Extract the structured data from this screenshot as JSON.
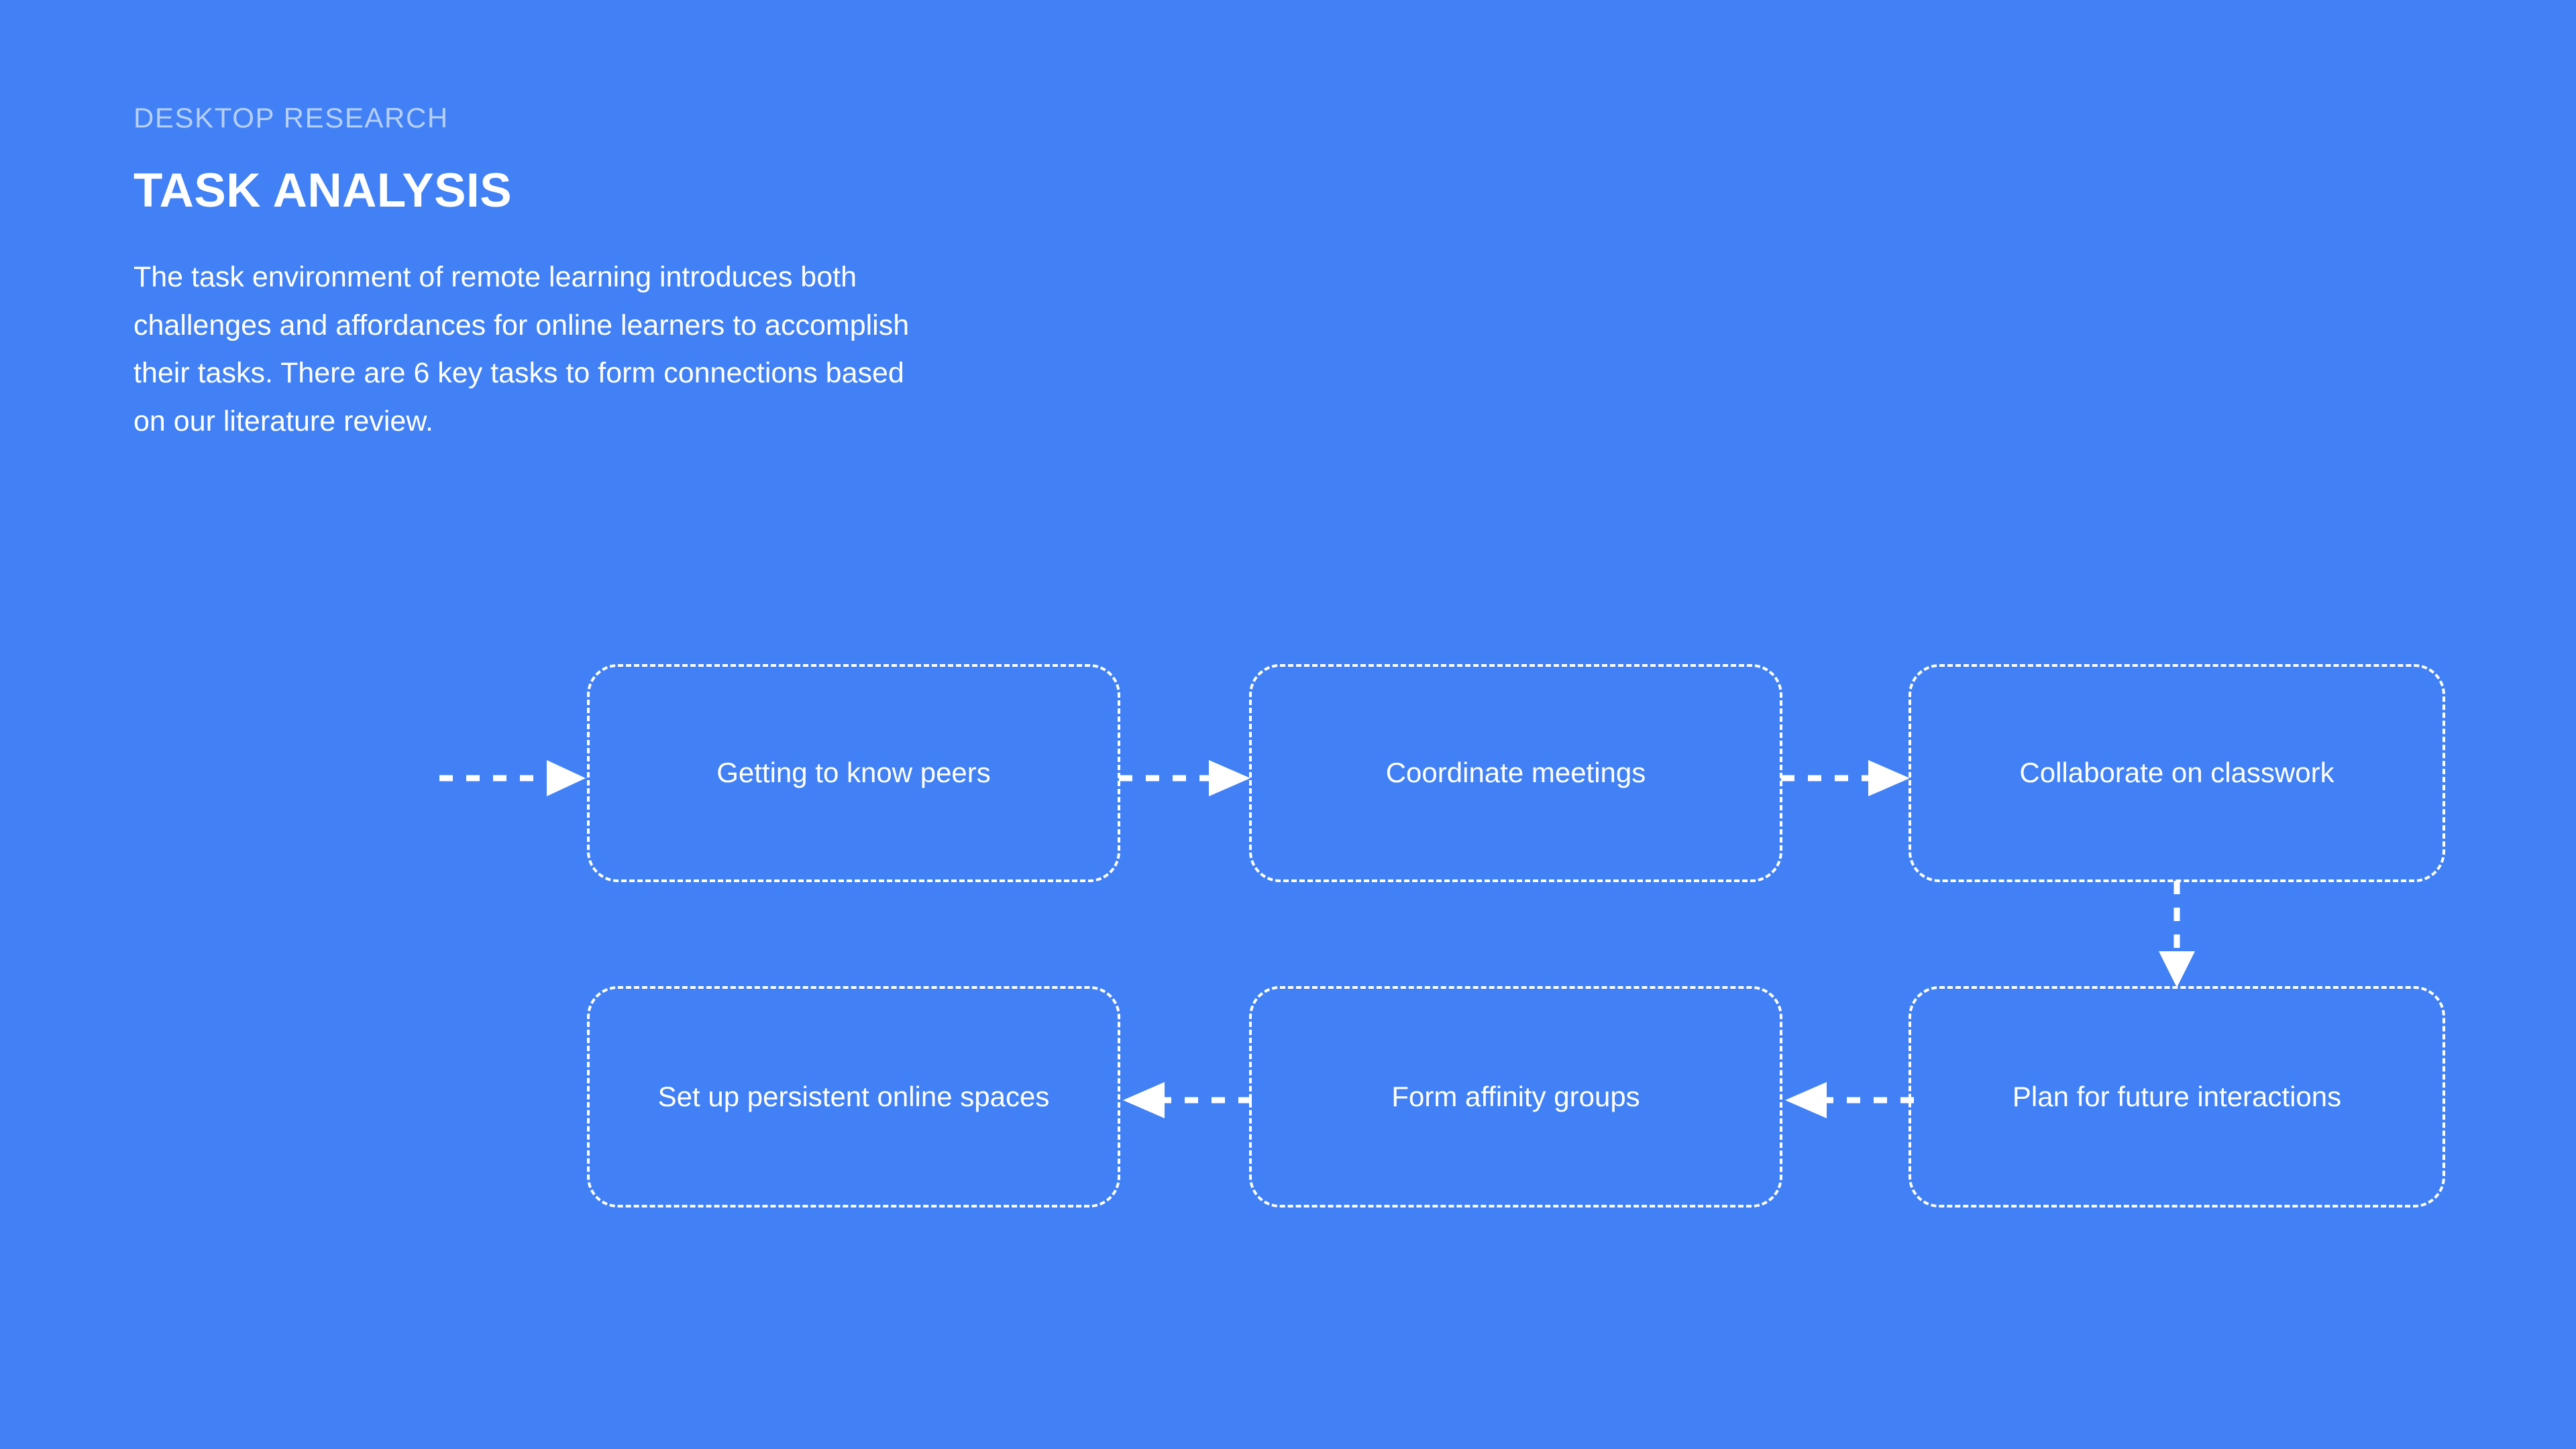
{
  "slide": {
    "background_color": "#4181f5",
    "text_color": "#ffffff",
    "eyebrow_color": "rgba(255,255,255,0.62)"
  },
  "header": {
    "eyebrow": "DESKTOP RESEARCH",
    "title": "TASK ANALYSIS",
    "paragraph": "The task environment of remote learning introduces both challenges and affordances for online learners to accomplish their tasks. There are 6 key tasks to form connections based on our literature review."
  },
  "diagram": {
    "type": "flowchart",
    "node_style": "dashed-rounded-rectangle",
    "border_color": "#ffffff",
    "nodes": [
      {
        "id": "node-1",
        "label": "Getting to know peers"
      },
      {
        "id": "node-2",
        "label": "Coordinate meetings"
      },
      {
        "id": "node-3",
        "label": "Collaborate on classwork"
      },
      {
        "id": "node-4",
        "label": "Set up persistent online spaces"
      },
      {
        "id": "node-5",
        "label": "Form affinity groups"
      },
      {
        "id": "node-6",
        "label": "Plan for future interactions"
      }
    ],
    "edges": [
      {
        "id": "edge-start",
        "from": "",
        "to": "node-1",
        "direction": "right"
      },
      {
        "id": "edge-1-2",
        "from": "node-1",
        "to": "node-2",
        "direction": "right"
      },
      {
        "id": "edge-2-3",
        "from": "node-2",
        "to": "node-3",
        "direction": "right"
      },
      {
        "id": "edge-3-6",
        "from": "node-3",
        "to": "node-6",
        "direction": "down"
      },
      {
        "id": "edge-6-5",
        "from": "node-6",
        "to": "node-5",
        "direction": "left"
      },
      {
        "id": "edge-5-4",
        "from": "node-5",
        "to": "node-4",
        "direction": "left"
      }
    ]
  }
}
